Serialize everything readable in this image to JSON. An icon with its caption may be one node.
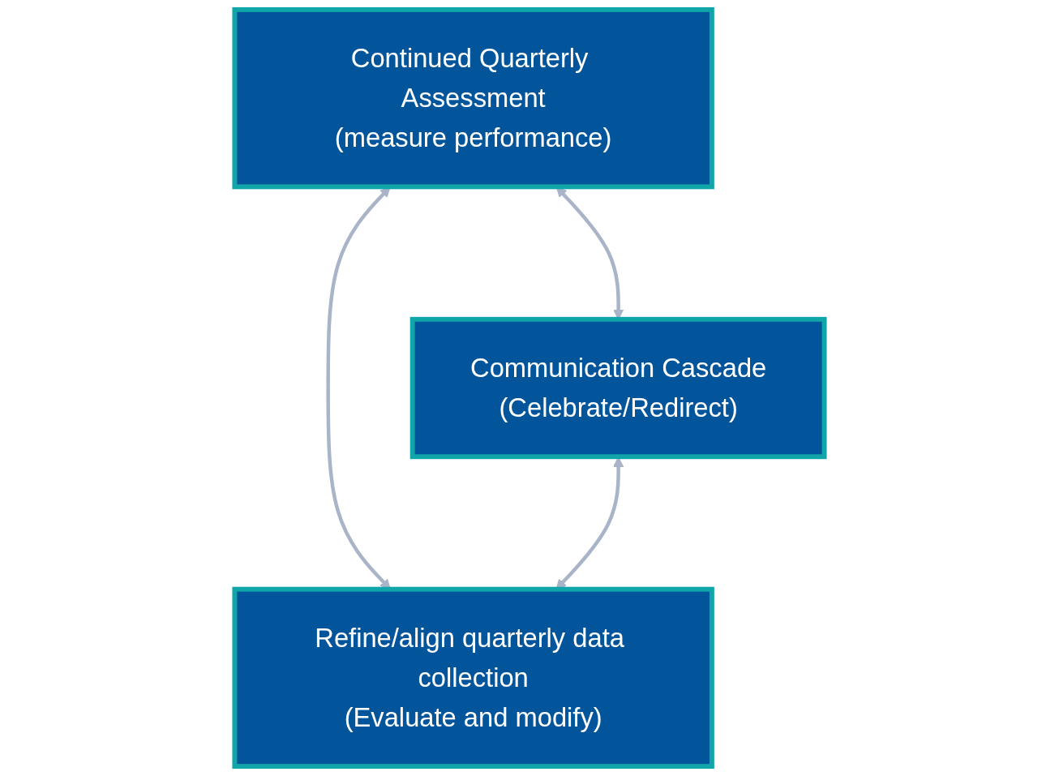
{
  "diagram": {
    "nodes": [
      {
        "text": [
          "Continued Quarterly Assessment",
          "(measure performance)"
        ]
      },
      {
        "text": [
          "Communication Cascade",
          "(Celebrate/Redirect)"
        ]
      },
      {
        "text": [
          "Refine/align quarterly data collection",
          "(Evaluate and modify)"
        ]
      }
    ],
    "edges": [
      {
        "from": 0,
        "to": 1,
        "arrow": "both"
      },
      {
        "from": 0,
        "to": 2,
        "arrow": "both"
      },
      {
        "from": 1,
        "to": 2,
        "arrow": "both"
      }
    ]
  }
}
